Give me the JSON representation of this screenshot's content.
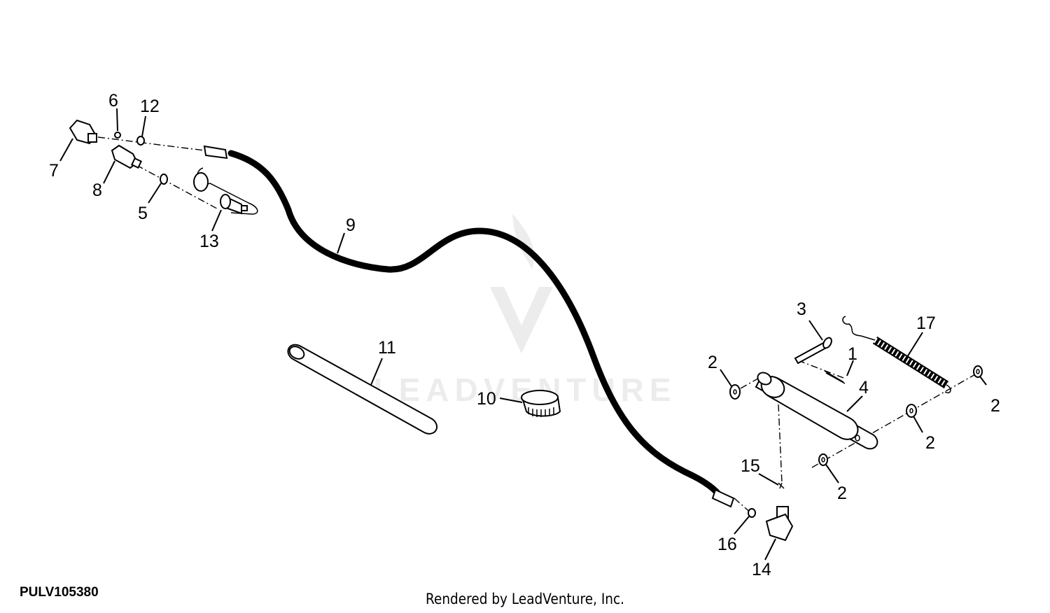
{
  "diagram_id": "PULV105380",
  "credit": "Rendered by LeadVenture, Inc.",
  "watermark": "LEADVENTURE",
  "callouts": {
    "c1": "1",
    "c2a": "2",
    "c2b": "2",
    "c2c": "2",
    "c2d": "2",
    "c3": "3",
    "c4": "4",
    "c5": "5",
    "c6": "6",
    "c7": "7",
    "c8": "8",
    "c9": "9",
    "c10": "10",
    "c11": "11",
    "c12": "12",
    "c13": "13",
    "c14": "14",
    "c15": "15",
    "c16": "16",
    "c17": "17"
  }
}
